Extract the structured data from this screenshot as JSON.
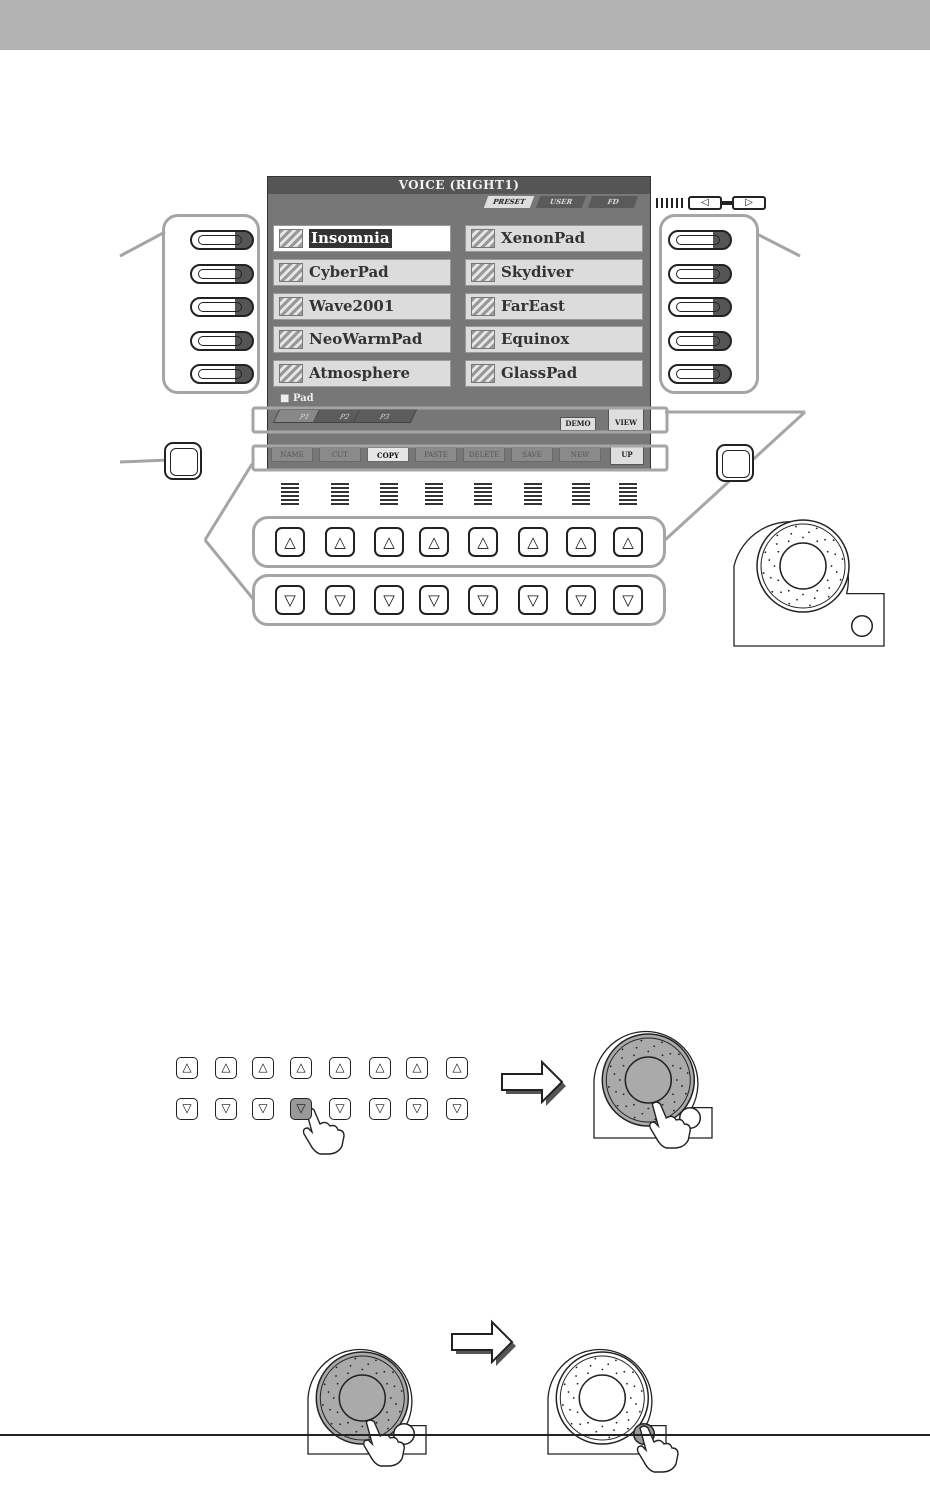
{
  "lcd": {
    "title": "VOICE (RIGHT1)",
    "drive_tabs": [
      "PRESET",
      "USER",
      "FD"
    ],
    "voices_left": [
      "Insomnia",
      "CyberPad",
      "Wave2001",
      "NeoWarmPad",
      "Atmosphere"
    ],
    "voices_right": [
      "XenonPad",
      "Skydiver",
      "FarEast",
      "Equinox",
      "GlassPad"
    ],
    "selected_voice": "Insomnia",
    "folder": "Pad",
    "pages": [
      "P1",
      "P2",
      "P3"
    ],
    "demo_label": "DEMO",
    "view_label": "VIEW",
    "functions": [
      "NAME",
      "CUT",
      "COPY",
      "PASTE",
      "DELETE",
      "SAVE",
      "NEW",
      "UP"
    ],
    "active_function": "COPY"
  },
  "tab_arrows": {
    "left": "◁",
    "right": "▷"
  },
  "arrow_up": "△",
  "arrow_down": "▽",
  "colors": {
    "header_bar": "#b3b3b3",
    "lcd_bg": "#777777",
    "group_outline": "#a5a5a5",
    "pressed": "#999999"
  },
  "icons": [
    "pad-voice-icon",
    "folder-icon",
    "demo-icon",
    "view-icon",
    "pointing-hand-icon",
    "arrow-right-icon",
    "data-dial-icon",
    "enter-button-icon",
    "exit-button-icon"
  ]
}
